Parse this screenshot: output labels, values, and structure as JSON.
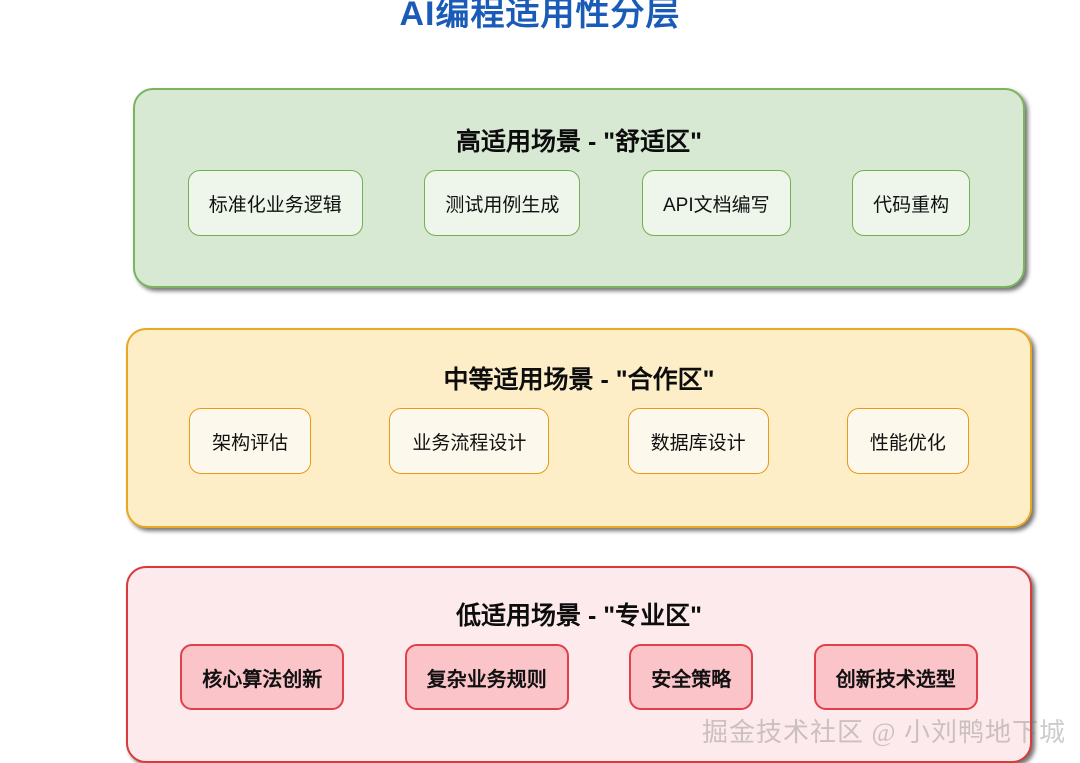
{
  "title": "AI编程适用性分层",
  "title_color": "#1b5bb8",
  "tiers": [
    {
      "id": "high",
      "heading": "高适用场景 - \"舒适区\"",
      "accent": "#72b050",
      "band_fill": "#d7e8d3",
      "chip_fill": "#eef6ec",
      "chips": [
        "标准化业务逻辑",
        "测试用例生成",
        "API文档编写",
        "代码重构"
      ]
    },
    {
      "id": "mid",
      "heading": "中等适用场景 - \"合作区\"",
      "accent": "#e79a16",
      "band_fill": "#fdeec8",
      "chip_fill": "#fdf8ec",
      "chips": [
        "架构评估",
        "业务流程设计",
        "数据库设计",
        "性能优化"
      ]
    },
    {
      "id": "low",
      "heading": "低适用场景 - \"专业区\"",
      "accent": "#e0404a",
      "band_fill": "#fdeaec",
      "chip_fill": "#fbc4c9",
      "chips": [
        "核心算法创新",
        "复杂业务规则",
        "安全策略",
        "创新技术选型"
      ]
    }
  ],
  "watermark": "掘金技术社区 @ 小刘鸭地下城"
}
